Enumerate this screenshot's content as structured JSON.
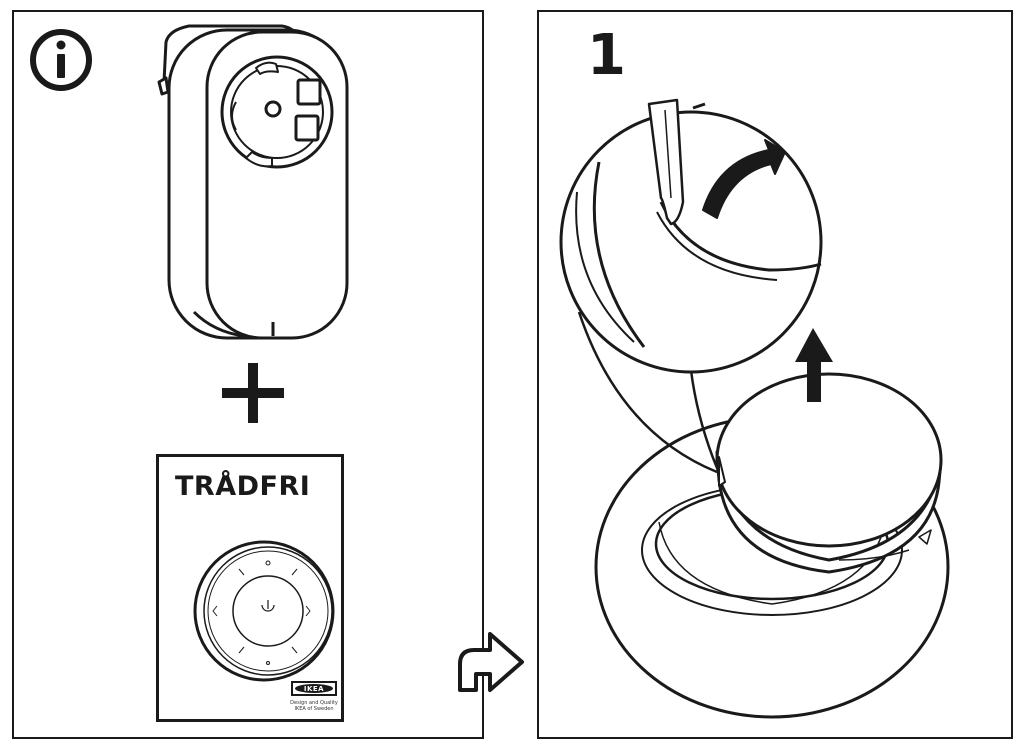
{
  "info_icon": "info-icon",
  "step_number": "1",
  "plus_icon": "plus-icon",
  "next_arrow_icon": "turn-arrow-icon",
  "manual": {
    "title": "TRÅDFRI",
    "brand": "IKEA",
    "tagline_line1": "Design and Quality",
    "tagline_line2": "IKEA of Sweden"
  },
  "colors": {
    "ink": "#1a1a1a",
    "paper": "#ffffff"
  }
}
